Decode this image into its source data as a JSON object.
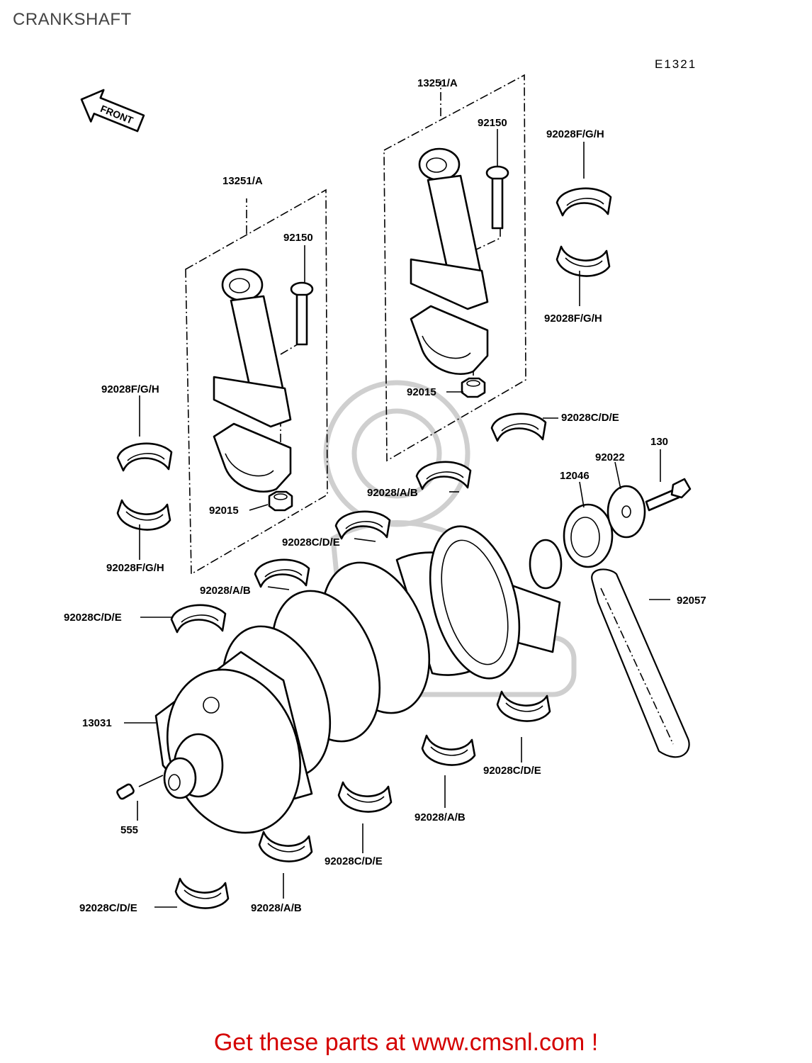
{
  "header": {
    "title": "CRANKSHAFT",
    "diagram_code": "E1321"
  },
  "front_marker": "FRONT",
  "callouts": {
    "conrod_assy_left": "13251/A",
    "conrod_assy_right": "13251/A",
    "conrod_bolt_left": "92150",
    "conrod_bolt_right": "92150",
    "conrod_nut_left": "92015",
    "conrod_nut_right": "92015",
    "rod_bearing_upper_left": "92028F/G/H",
    "rod_bearing_lower_left": "92028F/G/H",
    "rod_bearing_upper_right": "92028F/G/H",
    "rod_bearing_lower_right": "92028F/G/H",
    "main_bearing_cde_1": "92028C/D/E",
    "main_bearing_ab_1": "92028/A/B",
    "main_bearing_cde_2": "92028C/D/E",
    "main_bearing_ab_2": "92028/A/B",
    "main_bearing_cde_3": "92028C/D/E",
    "washer": "92022",
    "bolt": "130",
    "sprocket": "12046",
    "cam_chain": "92057",
    "crankshaft": "13031",
    "pin": "555",
    "main_bearing_cde_4": "92028C/D/E",
    "main_bearing_ab_3": "92028/A/B",
    "main_bearing_cde_5": "92028C/D/E",
    "main_bearing_ab_4": "92028/A/B",
    "main_bearing_cde_6": "92028C/D/E"
  },
  "footer": {
    "link_text": "Get these parts at www.cmsnl.com !"
  }
}
